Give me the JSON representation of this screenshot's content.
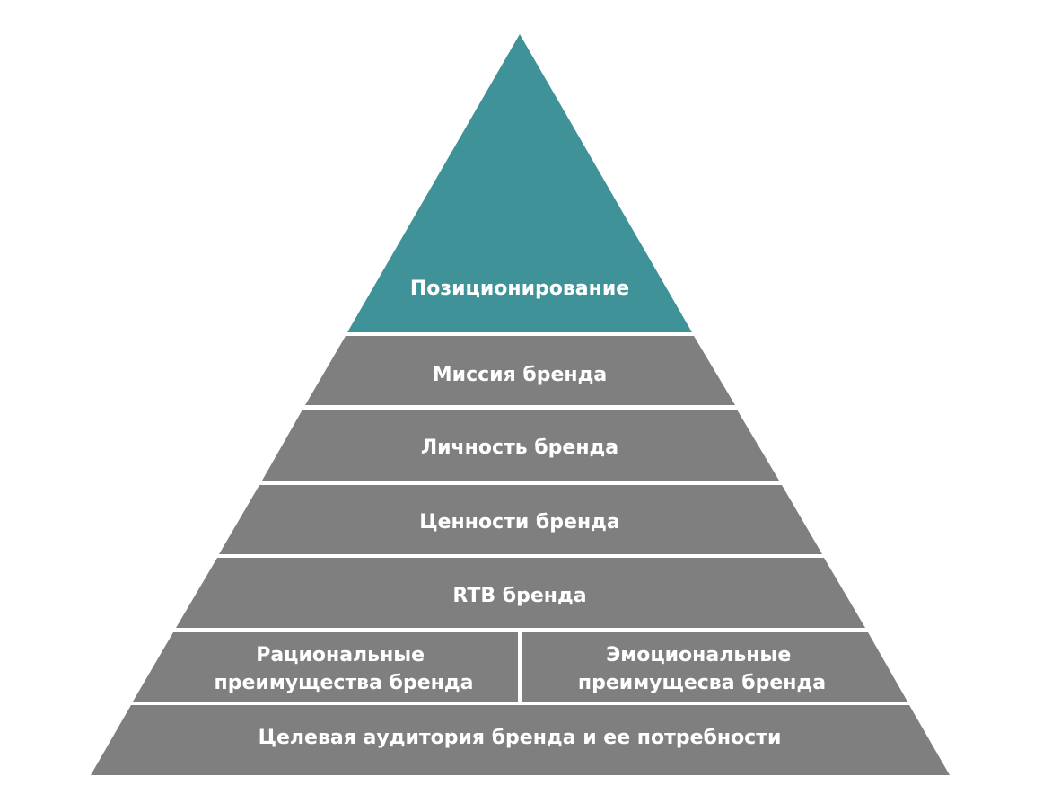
{
  "pyramid": {
    "apex": "Позиционирование",
    "tiers": [
      {
        "label": "Миссия бренда"
      },
      {
        "label": "Личность бренда"
      },
      {
        "label": "Ценности бренда"
      },
      {
        "label": "RTB бренда"
      }
    ],
    "split_tier": {
      "left": [
        "Рациональные",
        "преимущества бренда"
      ],
      "right": [
        "Эмоциональные",
        "преимущесва бренда"
      ]
    },
    "base": "Целевая аудитория бренда и ее потребности"
  },
  "colors": {
    "apex_fill": "#3f9298",
    "tier_fill": "#7f7f7f",
    "text": "#ffffff",
    "background": "#ffffff"
  }
}
